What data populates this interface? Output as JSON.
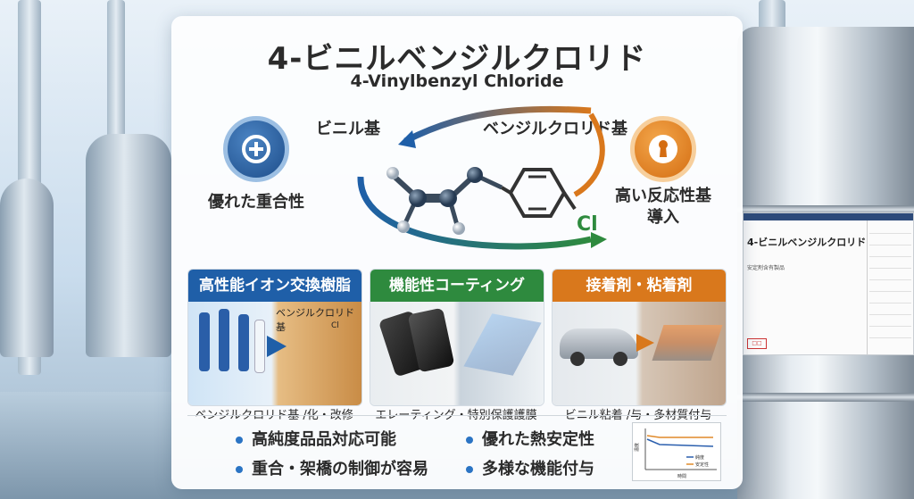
{
  "title_jp": "4-ビニルベンジルクロリド",
  "title_en": "4-Vinylbenzyl Chloride",
  "molecule": {
    "vinyl_label": "ビニル基",
    "benzyl_label": "ベンジルクロリド基",
    "cl_label": "Cl"
  },
  "left_feature": "優れた重合性",
  "right_feature_line1": "高い反応性基",
  "right_feature_line2": "導入",
  "panels": [
    {
      "header": "高性能イオン交換樹脂",
      "overlay": "ベンジルクロリド基",
      "overlay_cl": "Cl",
      "caption": "ベンジルクロリド基 /化・改修",
      "color": "#1f5fa8"
    },
    {
      "header": "機能性コーティング",
      "caption": "エレーティング・特別保護護膜",
      "color": "#2e8a3e"
    },
    {
      "header": "接着剤・粘着剤",
      "caption": "ビニル粘着 /与・多材質付与",
      "color": "#d9781c"
    }
  ],
  "features": [
    "高純度品品対応可能",
    "優れた熱安定性",
    "重合・架橋の制御が容易",
    "多様な機能付与"
  ],
  "mini_chart": {
    "ylabel": "温度",
    "xlabel": "時間",
    "legend": [
      "純度",
      "安定性"
    ],
    "colors": [
      "#2b5fae",
      "#e08a2a"
    ]
  },
  "drum_label": {
    "title": "4-ビニルベンジルクロリド",
    "subtitle": "安定剤含有製品"
  },
  "colors": {
    "blue": "#1f5fa8",
    "green": "#2e8a3e",
    "orange": "#d9781c",
    "accent_dot": "#2b74c4"
  }
}
